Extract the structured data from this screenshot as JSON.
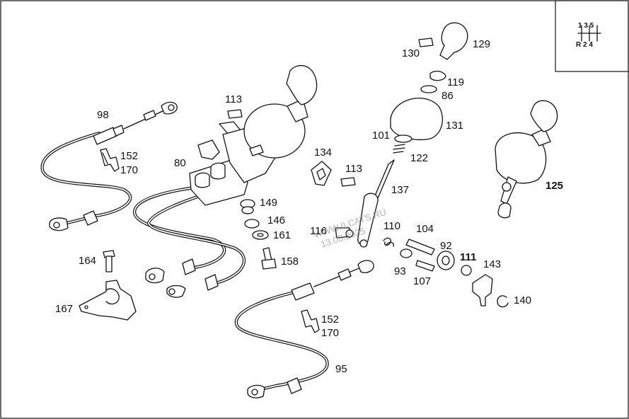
{
  "diagram": {
    "type": "exploded-parts-diagram",
    "shift_pattern": {
      "top_row": "1 3 5",
      "bottom_row": "R 2 4"
    },
    "watermark": {
      "site": "WWW.ILCATS.RU",
      "date": "13.08.2025"
    },
    "labels": [
      {
        "id": "p98",
        "text": "98"
      },
      {
        "id": "p152a",
        "text": "152"
      },
      {
        "id": "p170a",
        "text": "170"
      },
      {
        "id": "p113a",
        "text": "113"
      },
      {
        "id": "p80",
        "text": "80"
      },
      {
        "id": "p134",
        "text": "134"
      },
      {
        "id": "p113b",
        "text": "113"
      },
      {
        "id": "p149",
        "text": "149"
      },
      {
        "id": "p146",
        "text": "146"
      },
      {
        "id": "p161",
        "text": "161"
      },
      {
        "id": "p158",
        "text": "158"
      },
      {
        "id": "p164",
        "text": "164"
      },
      {
        "id": "p167",
        "text": "167"
      },
      {
        "id": "p130",
        "text": "130"
      },
      {
        "id": "p129",
        "text": "129"
      },
      {
        "id": "p119",
        "text": "119"
      },
      {
        "id": "p86",
        "text": "86"
      },
      {
        "id": "p131",
        "text": "131"
      },
      {
        "id": "p101",
        "text": "101"
      },
      {
        "id": "p122",
        "text": "122"
      },
      {
        "id": "p137",
        "text": "137"
      },
      {
        "id": "p116",
        "text": "116"
      },
      {
        "id": "p110",
        "text": "110"
      },
      {
        "id": "p104",
        "text": "104"
      },
      {
        "id": "p92",
        "text": "92"
      },
      {
        "id": "p111",
        "text": "111"
      },
      {
        "id": "p143",
        "text": "143"
      },
      {
        "id": "p93",
        "text": "93"
      },
      {
        "id": "p107",
        "text": "107"
      },
      {
        "id": "p140",
        "text": "140"
      },
      {
        "id": "p125",
        "text": "125"
      },
      {
        "id": "p152b",
        "text": "152"
      },
      {
        "id": "p170b",
        "text": "170"
      },
      {
        "id": "p95",
        "text": "95"
      }
    ]
  }
}
